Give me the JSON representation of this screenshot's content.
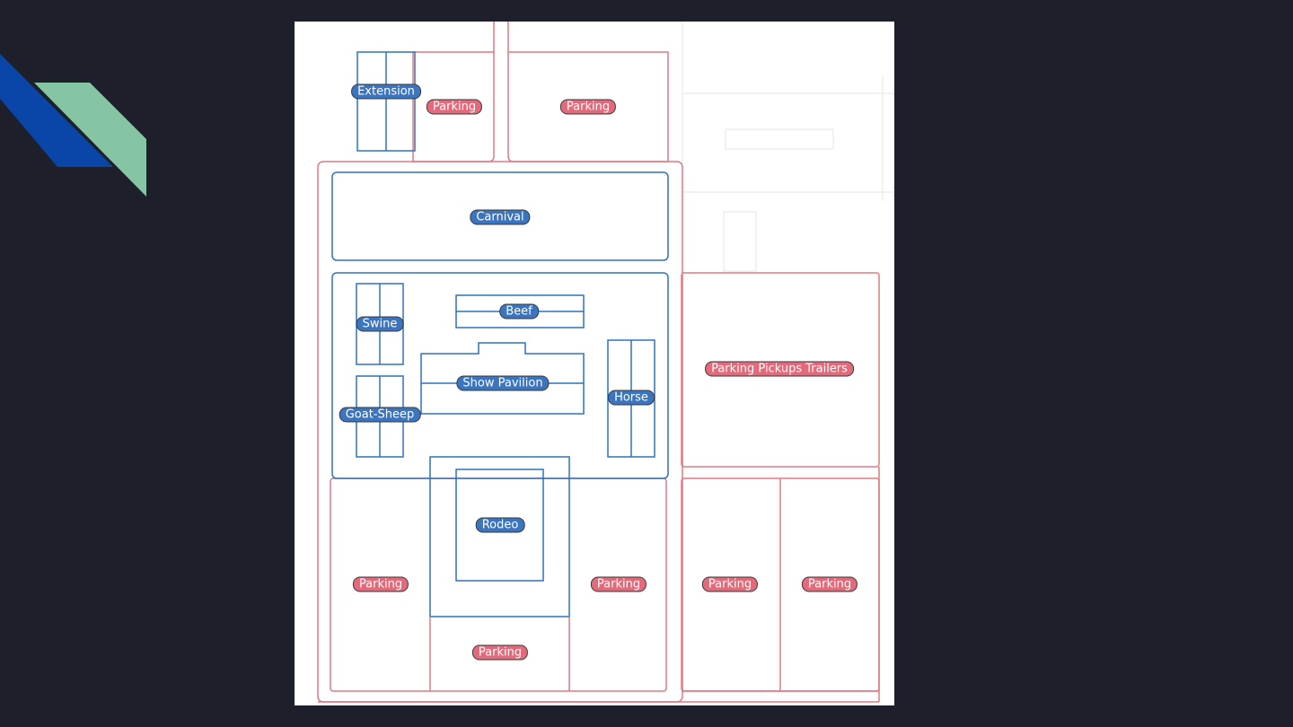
{
  "colors": {
    "background": "#1d202b",
    "deco_blue": "#0a45a8",
    "deco_green": "#86c5a3",
    "venue_outline": "#2f73b8",
    "parking_outline": "#e07882",
    "venue_label": "#3b74bf",
    "parking_label": "#e36a7a"
  },
  "labels": {
    "extension": "Extension",
    "parking_1": "Parking",
    "parking_2": "Parking",
    "carnival": "Carnival",
    "beef": "Beef",
    "swine": "Swine",
    "show_pavilion": "Show Pavilion",
    "horse": "Horse",
    "goat_sheep": "Goat-Sheep",
    "parking_pickups_trailers": "Parking Pickups Trailers",
    "rodeo": "Rodeo",
    "parking_3": "Parking",
    "parking_4": "Parking",
    "parking_5": "Parking",
    "parking_6": "Parking",
    "parking_7": "Parking"
  }
}
